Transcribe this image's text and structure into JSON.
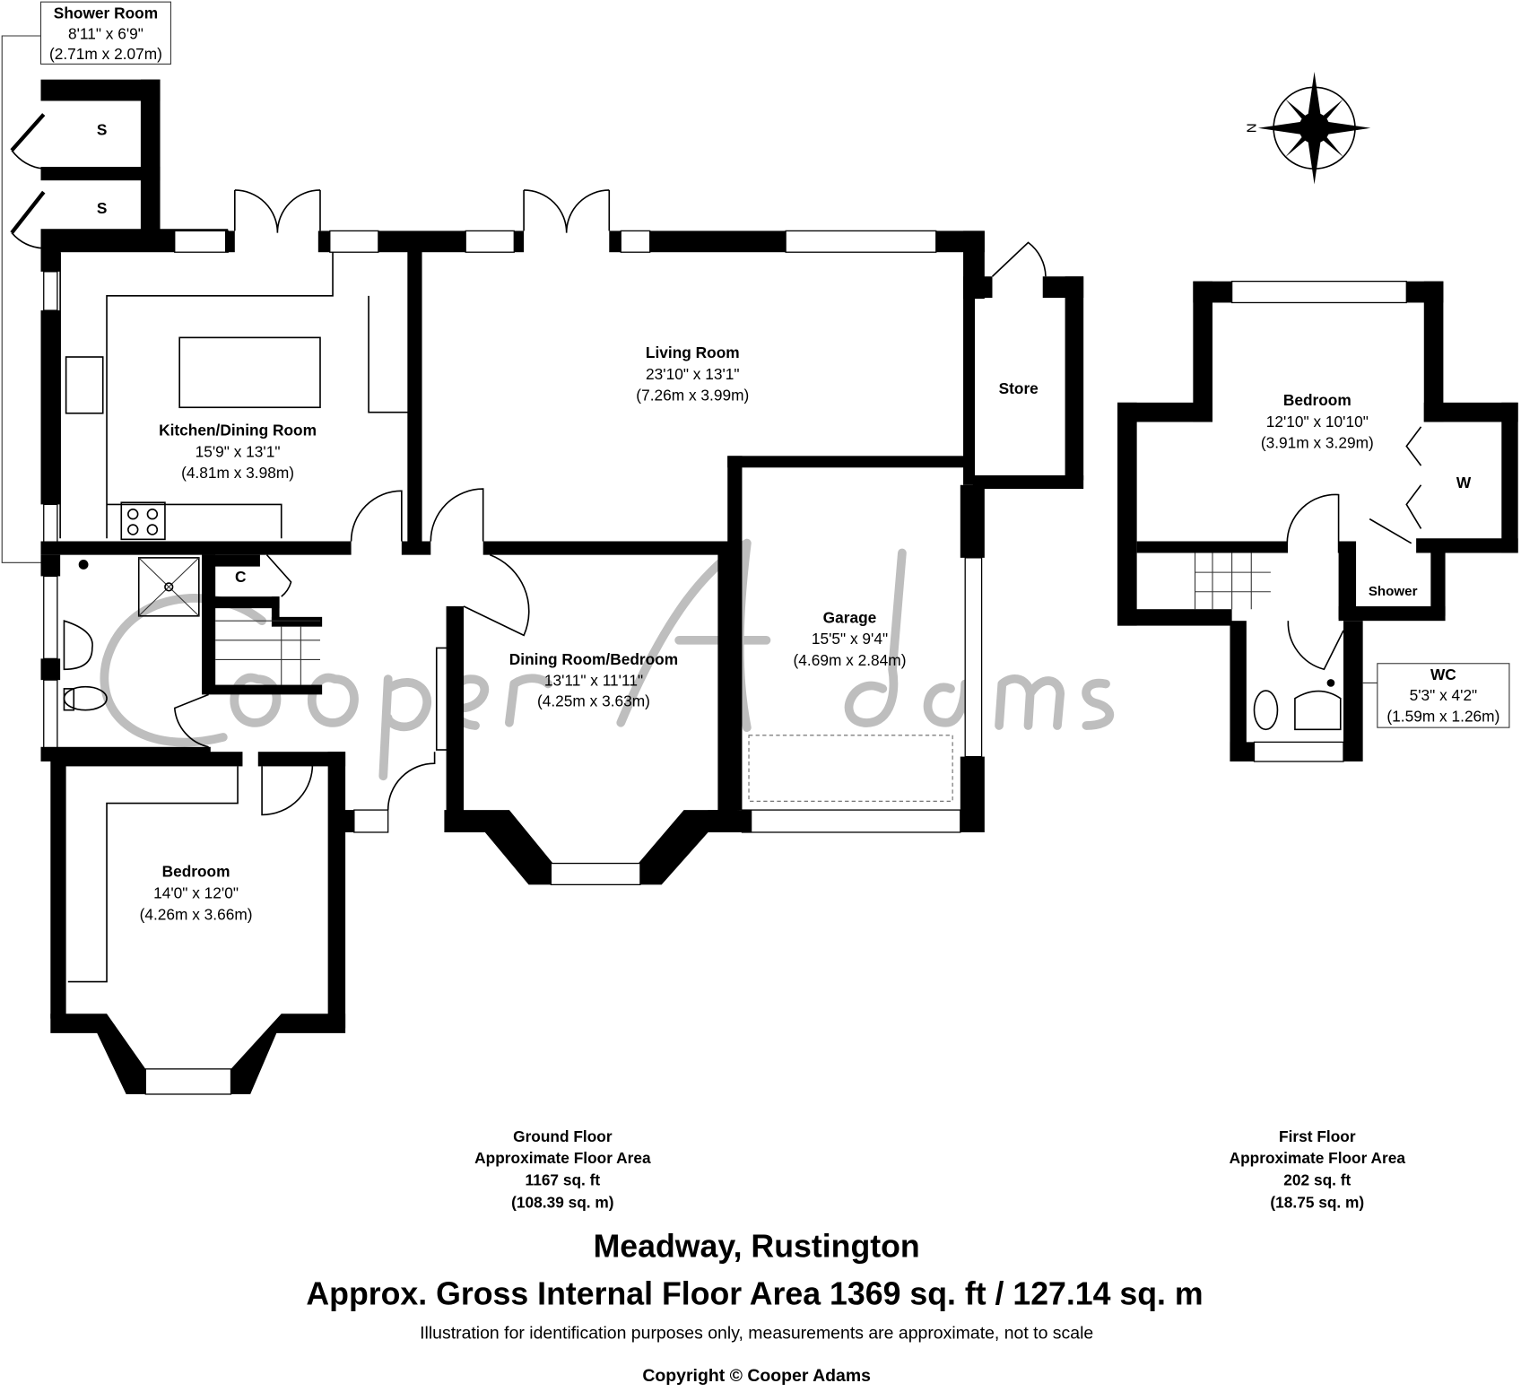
{
  "property": {
    "title": "Meadway, Rustington",
    "gross_area": "Approx. Gross Internal Floor Area 1369 sq. ft / 127.14 sq. m",
    "disclaimer": "Illustration for identification purposes only, measurements are approximate, not to scale",
    "copyright": "Copyright © Cooper Adams"
  },
  "watermark": "Cooper Adams",
  "compass": {
    "label": "N",
    "icon": "compass-rose-icon"
  },
  "ground_floor": {
    "label": "Ground Floor",
    "area_label": "Approximate Floor Area",
    "area_sqft": "1167 sq. ft",
    "area_sqm": "(108.39 sq. m)",
    "rooms": {
      "shower_room": {
        "name": "Shower Room",
        "imperial": "8'11\" x 6'9\"",
        "metric": "(2.71m x 2.07m)"
      },
      "kitchen": {
        "name": "Kitchen/Dining Room",
        "imperial": "15'9\" x 13'1\"",
        "metric": "(4.81m x 3.98m)"
      },
      "living": {
        "name": "Living Room",
        "imperial": "23'10\" x 13'1\"",
        "metric": "(7.26m x 3.99m)"
      },
      "store": {
        "name": "Store"
      },
      "garage": {
        "name": "Garage",
        "imperial": "15'5\" x 9'4\"",
        "metric": "(4.69m x 2.84m)"
      },
      "dining_bedroom": {
        "name": "Dining Room/Bedroom",
        "imperial": "13'11\" x 11'11\"",
        "metric": "(4.25m x 3.63m)"
      },
      "bedroom": {
        "name": "Bedroom",
        "imperial": "14'0\" x 12'0\"",
        "metric": "(4.26m x 3.66m)"
      },
      "store_1": {
        "name": "S"
      },
      "store_2": {
        "name": "S"
      },
      "cupboard": {
        "name": "C"
      }
    }
  },
  "first_floor": {
    "label": "First Floor",
    "area_label": "Approximate Floor Area",
    "area_sqft": "202 sq. ft",
    "area_sqm": "(18.75 sq. m)",
    "rooms": {
      "bedroom": {
        "name": "Bedroom",
        "imperial": "12'10\" x 10'10\"",
        "metric": "(3.91m x 3.29m)"
      },
      "wardrobe": {
        "name": "W"
      },
      "shower": {
        "name": "Shower"
      },
      "wc": {
        "name": "WC",
        "imperial": "5'3\" x 4'2\"",
        "metric": "(1.59m x 1.26m)"
      }
    }
  }
}
